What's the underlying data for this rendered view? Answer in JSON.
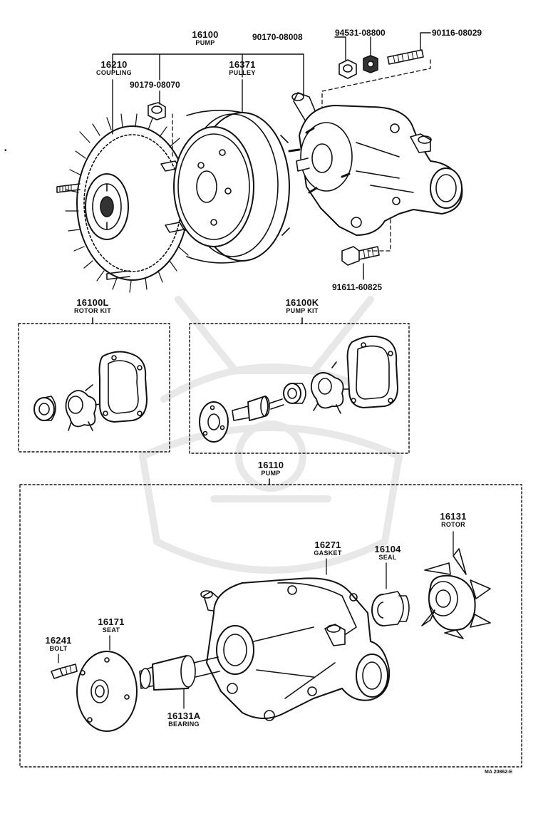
{
  "labels": {
    "pump_top": {
      "num": "16100",
      "name": "PUMP"
    },
    "coupling": {
      "num": "16210",
      "name": "COUPLING"
    },
    "pulley": {
      "num": "16371",
      "name": "PULLEY"
    },
    "nut_90179": {
      "num": "90179-08070"
    },
    "nut_90170": {
      "num": "90170-08008"
    },
    "washer_94531": {
      "num": "94531-08800"
    },
    "stud_90116": {
      "num": "90116-08029"
    },
    "bolt_91611": {
      "num": "91611-60825"
    },
    "rotor_kit": {
      "num": "16100L",
      "name": "ROTOR KIT"
    },
    "pump_kit": {
      "num": "16100K",
      "name": "PUMP KIT"
    },
    "pump_sub": {
      "num": "16110",
      "name": "PUMP"
    },
    "rotor": {
      "num": "16131",
      "name": "ROTOR"
    },
    "gasket": {
      "num": "16271",
      "name": "GASKET"
    },
    "seal": {
      "num": "16104",
      "name": "SEAL"
    },
    "seat": {
      "num": "16171",
      "name": "SEAT"
    },
    "bolt_16241": {
      "num": "16241",
      "name": "BOLT"
    },
    "bearing": {
      "num": "16131A",
      "name": "BEARING"
    }
  },
  "drawing_code": "MA 20862-E",
  "icons": [
    "fan-coupling-icon",
    "pulley-icon",
    "water-pump-housing-icon",
    "impeller-icon",
    "gasket-icon",
    "seal-icon",
    "bearing-shaft-icon",
    "seat-flange-icon",
    "bolt-icon",
    "nut-icon"
  ]
}
